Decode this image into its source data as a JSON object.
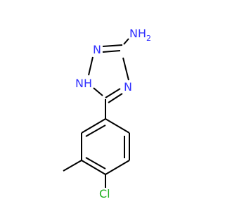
{
  "molecule": {
    "atoms": {
      "amino_n": {
        "label": "NH2",
        "symbol": "N",
        "h": "H",
        "h_count": "2",
        "color": "#3333ff"
      },
      "ring_n2": {
        "label": "N",
        "color": "#3333ff"
      },
      "ring_n1": {
        "label": "NH",
        "symbol": "N",
        "h": "H",
        "color": "#3333ff"
      },
      "ring_n4": {
        "label": "N",
        "color": "#3333ff"
      },
      "chlorine": {
        "label": "Cl",
        "color": "#1fb01f"
      }
    },
    "colors": {
      "bond": "#000000",
      "nitrogen": "#3333ff",
      "chlorine": "#1fb01f",
      "background": "#ffffff"
    }
  }
}
